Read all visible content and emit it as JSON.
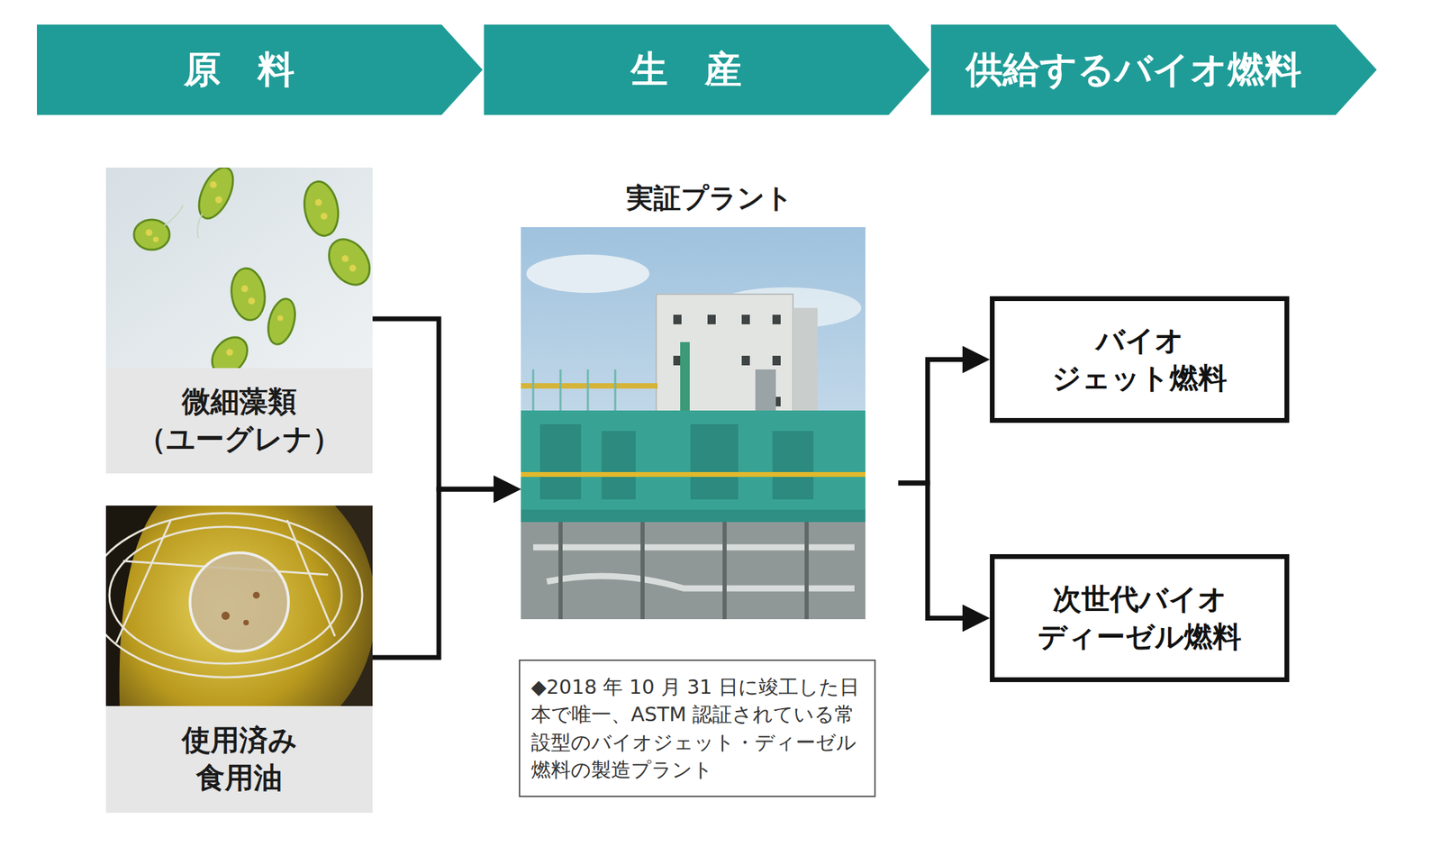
{
  "diagram": {
    "nodes": [
      {
        "text": [
          "原　料"
        ]
      },
      {
        "text": [
          "生　産"
        ]
      },
      {
        "text": [
          "供給するバイオ燃料"
        ]
      },
      {
        "text": [
          "微細藻類 （ユーグレナ）"
        ]
      },
      {
        "text": [
          "使用済み 食用油"
        ]
      },
      {
        "text": [
          "実証プラント"
        ]
      },
      {
        "text": [
          "◆2018 年 10 月 31 日に竣工した日本で唯一、ASTM 認証されている常設型のバイオジェット・ディーゼル燃料の製造プラント"
        ]
      },
      {
        "text": [
          "バイオ ジェット燃料"
        ]
      },
      {
        "text": [
          "次世代バイオ ディーゼル燃料"
        ]
      }
    ],
    "edges": [
      {
        "from": 3,
        "to": 5,
        "arrow": "to"
      },
      {
        "from": 4,
        "to": 5,
        "arrow": "to"
      },
      {
        "from": 5,
        "to": 7,
        "arrow": "to"
      },
      {
        "from": 5,
        "to": 8,
        "arrow": "to"
      }
    ]
  }
}
